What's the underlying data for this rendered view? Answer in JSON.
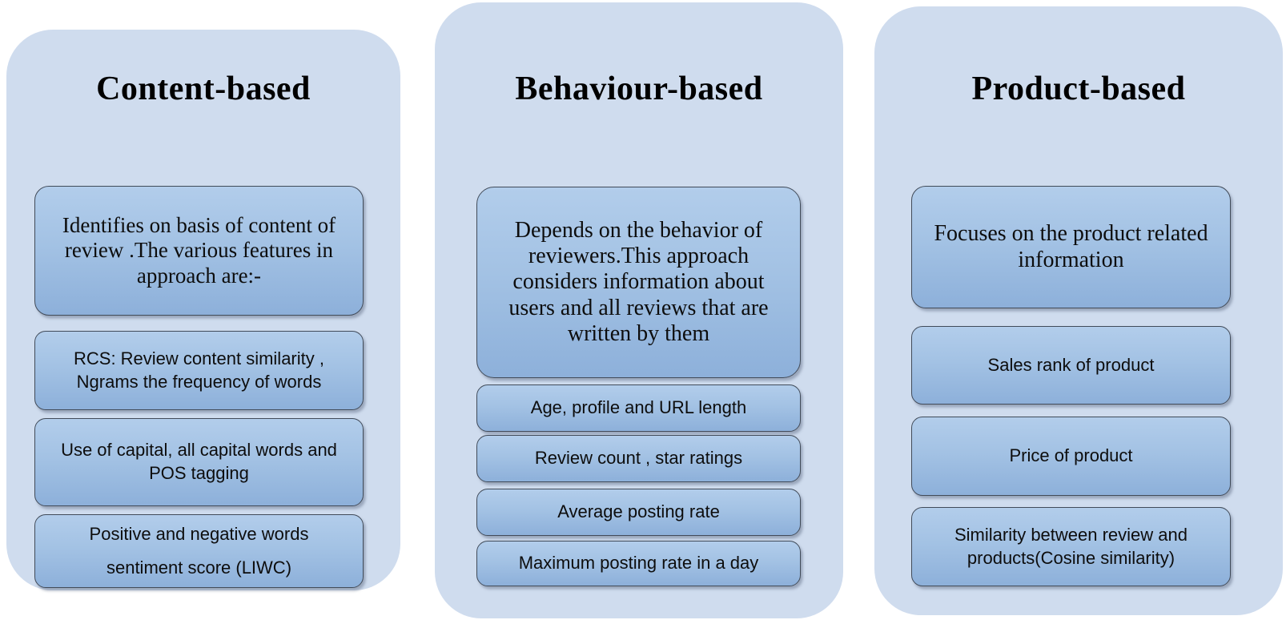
{
  "colors": {
    "page_background": "#ffffff",
    "panel_background": "#cfdcee",
    "box_gradient_top": "#b2cdeb",
    "box_gradient_bottom": "#8db0da",
    "box_border": "#414b59",
    "text": "#0d0d0d"
  },
  "columns": [
    {
      "title": "Content-based",
      "description": "Identifies on basis of content of\nreview .The various features in\napproach are:-",
      "items": [
        "RCS: Review content similarity ,\nNgrams the frequency of words",
        "Use of capital, all capital words and\nPOS tagging",
        "Positive and negative words\nsentiment score (LIWC)"
      ]
    },
    {
      "title": "Behaviour-based",
      "description": "Depends on the behavior of\nreviewers.This approach\nconsiders information about\nusers and all reviews that are\nwritten by them",
      "items": [
        "Age, profile and URL length",
        "Review count , star ratings",
        "Average posting rate",
        "Maximum posting rate in a day"
      ]
    },
    {
      "title": "Product-based",
      "description": "Focuses on the product related\ninformation",
      "items": [
        "Sales rank of product",
        "Price of product",
        "Similarity between review and\nproducts(Cosine similarity)"
      ]
    }
  ]
}
